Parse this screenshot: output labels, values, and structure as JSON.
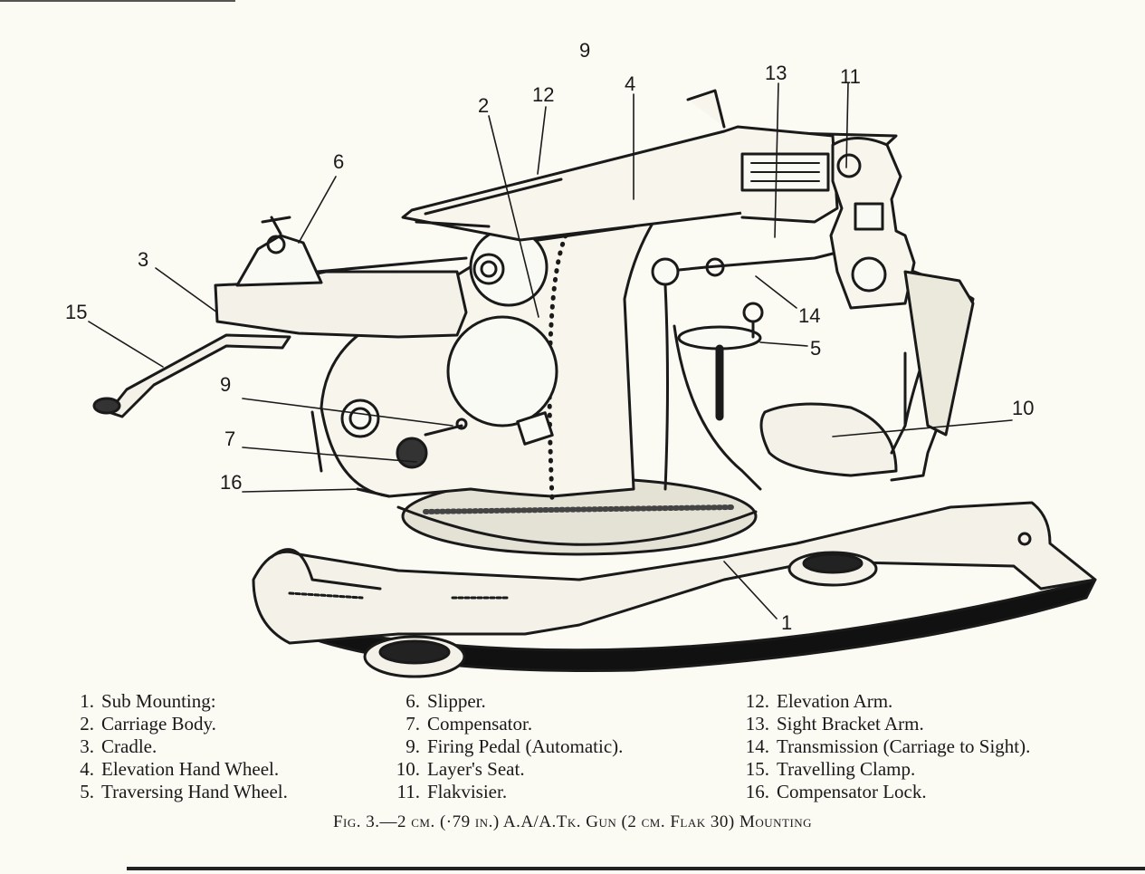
{
  "callouts": [
    "9",
    "2",
    "12",
    "4",
    "13",
    "11",
    "6",
    "3",
    "15",
    "14",
    "5",
    "9",
    "10",
    "7",
    "16",
    "1"
  ],
  "legend": {
    "col1": [
      {
        "num": "1.",
        "label": "Sub Mounting:"
      },
      {
        "num": "2.",
        "label": "Carriage Body."
      },
      {
        "num": "3.",
        "label": "Cradle."
      },
      {
        "num": "4.",
        "label": "Elevation Hand Wheel."
      },
      {
        "num": "5.",
        "label": "Traversing Hand Wheel."
      }
    ],
    "col2": [
      {
        "num": "6.",
        "label": "Slipper."
      },
      {
        "num": "7.",
        "label": "Compensator."
      },
      {
        "num": "9.",
        "label": "Firing Pedal (Automatic)."
      },
      {
        "num": "10.",
        "label": "Layer's Seat."
      },
      {
        "num": "11.",
        "label": "Flakvisier."
      }
    ],
    "col3": [
      {
        "num": "12.",
        "label": "Elevation Arm."
      },
      {
        "num": "13.",
        "label": "Sight Bracket Arm."
      },
      {
        "num": "14.",
        "label": "Transmission (Carriage to Sight)."
      },
      {
        "num": "15.",
        "label": "Travelling Clamp."
      },
      {
        "num": "16.",
        "label": "Compensator Lock."
      }
    ]
  },
  "caption": "Fig. 3.—2 cm. (·79 in.) A.A/A.Tk. Gun (2 cm. Flak 30) Mounting"
}
